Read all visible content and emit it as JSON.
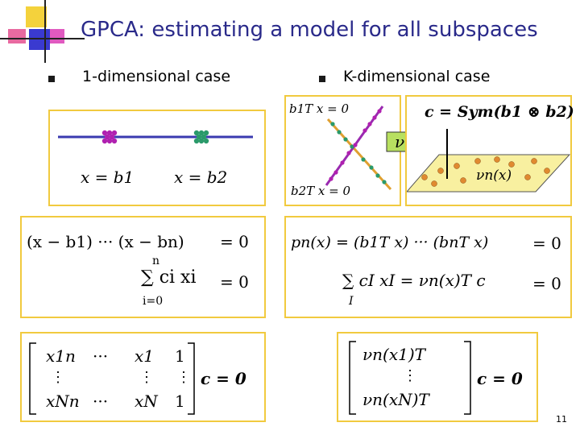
{
  "slide": {
    "title": "GPCA: estimating a model for all subspaces",
    "page_number": "11"
  },
  "bullets": {
    "left": "1-dimensional case",
    "right": "K-dimensional case"
  },
  "left_figure": {
    "label_b1": "x = b1",
    "label_b2": "x = b2",
    "colors": {
      "line": "#3a3ab0",
      "points": "#b020b0",
      "points2": "#2a9a6a"
    }
  },
  "left_equations": {
    "eq1_lhs": "(x − b1) ··· (x − bn)",
    "eq1_rhs": "= 0",
    "eq2_lhs": "∑ ci xi",
    "eq2_rhs": "= 0",
    "eq2_upper": "n",
    "eq2_lower": "i=0"
  },
  "left_matrix": {
    "row1": [
      "x1n",
      "···",
      "x1",
      "1"
    ],
    "row2": [
      "⋮",
      "",
      "⋮",
      "⋮"
    ],
    "row3": [
      "xNn",
      "···",
      "xN",
      "1"
    ],
    "rhs": "c = 0"
  },
  "right_figure": {
    "label_top": "b1T x = 0",
    "label_bottom": "b2T x = 0",
    "arrow_label": "νn",
    "formula": "c = Sym(b1 ⊗ b2)",
    "plane_label": "νn(x)",
    "colors": {
      "arrow": "#b8e060",
      "plane": "#f8f0a0",
      "dots": "#e08a30"
    }
  },
  "right_equations": {
    "eq1_lhs": "pn(x) = (b1T x) ··· (bnT x)",
    "eq1_rhs": "= 0",
    "eq2_lhs": "∑ cI xI = νn(x)T c",
    "eq2_rhs": "= 0",
    "eq2_lower": "I"
  },
  "right_matrix": {
    "row1": "νn(x1)T",
    "row2": "⋮",
    "row3": "νn(xN)T",
    "rhs": "c = 0"
  },
  "accent": "#f1ca3f",
  "title_color": "#2a2a8a"
}
